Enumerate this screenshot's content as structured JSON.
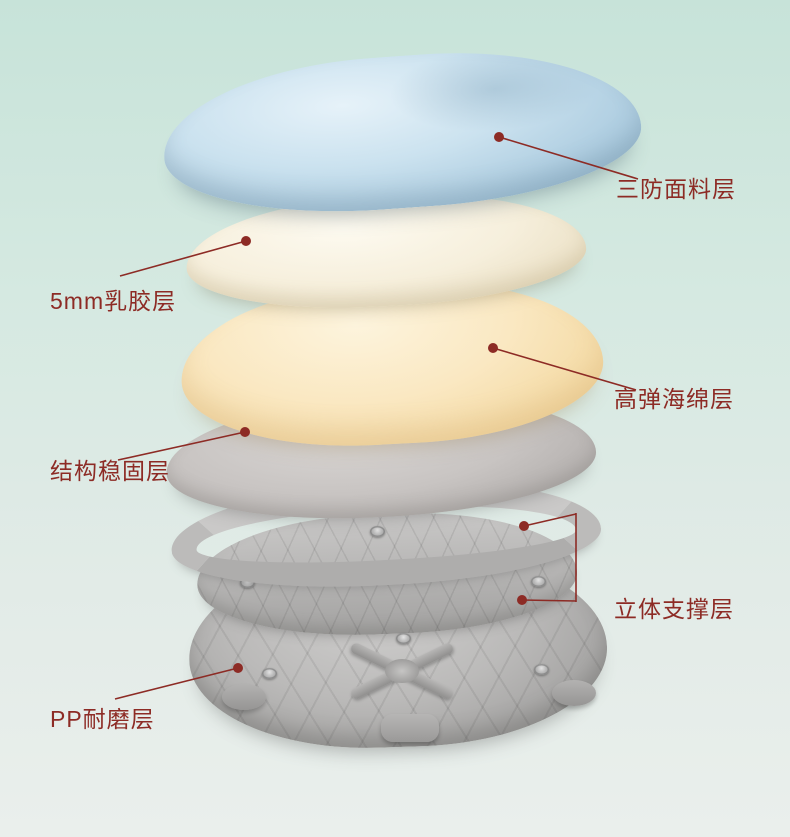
{
  "accent_color": "#8d2b25",
  "background": {
    "top_color": "#c7e3d9",
    "bottom_color": "#eaefec"
  },
  "layers": [
    {
      "name": "三防面料层",
      "color": "#bfdcec"
    },
    {
      "name": "5mm乳胶层",
      "color": "#f5eedb"
    },
    {
      "name": "高弹海绵层",
      "color": "#f8e5ba"
    },
    {
      "name": "结构稳固层",
      "color": "#c6c2c0"
    },
    {
      "name": "立体支撑层",
      "color": "#bcbbba"
    },
    {
      "name": "PP耐磨层",
      "color": "#aaa9a8"
    }
  ]
}
